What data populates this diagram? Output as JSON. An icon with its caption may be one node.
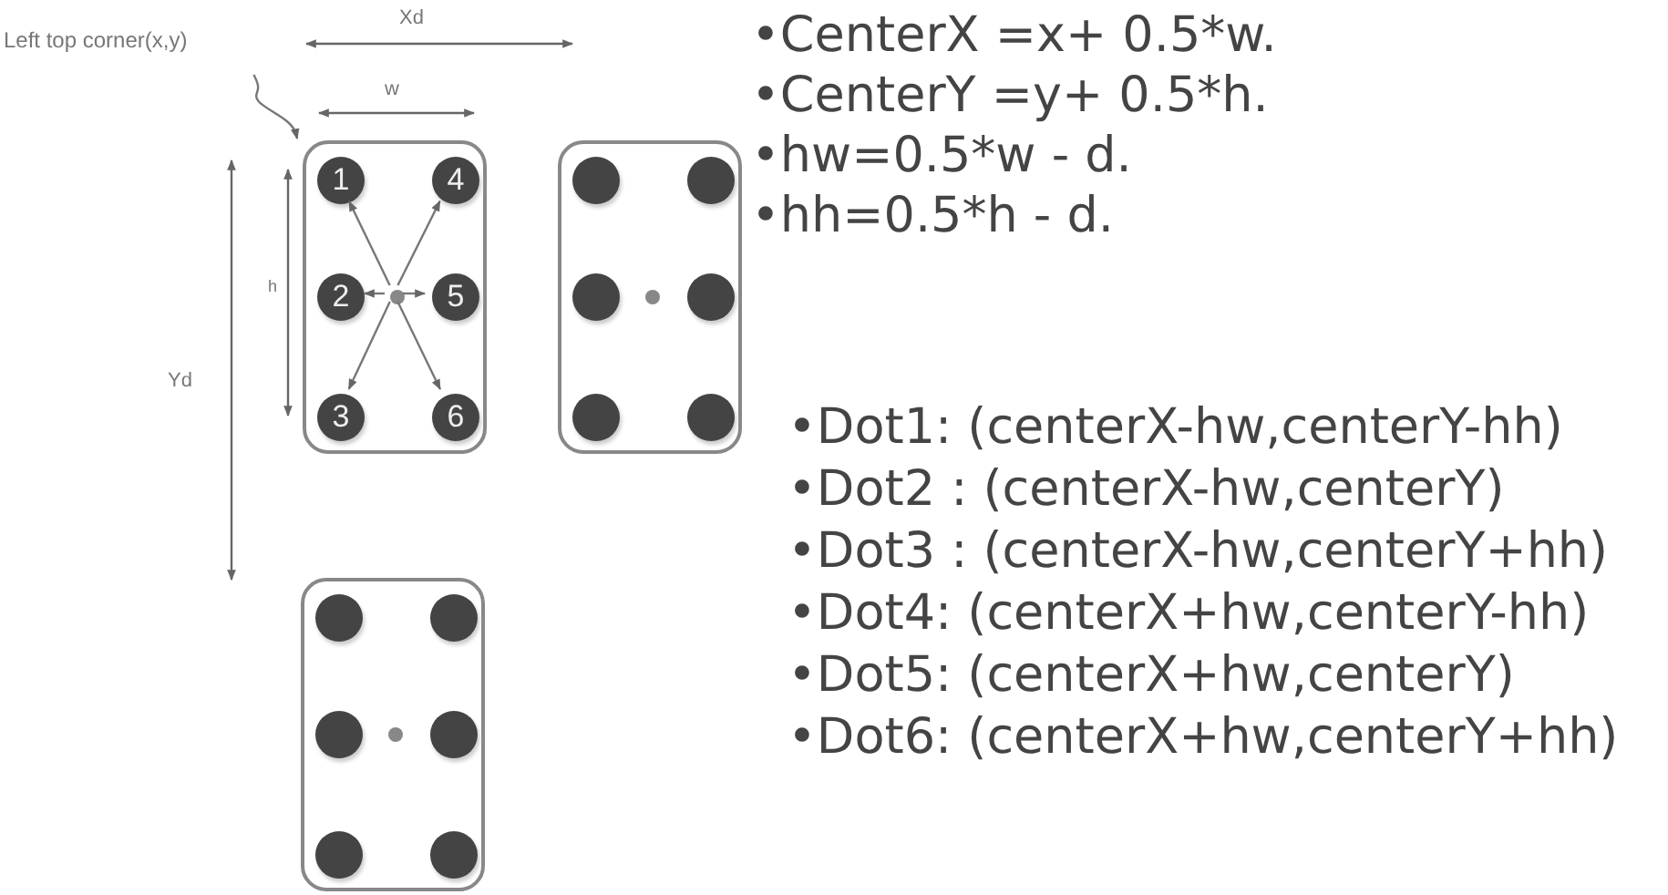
{
  "diagram": {
    "nodes": [
      {
        "text": [
          "Left top corner(x,y)"
        ]
      },
      {
        "text": [],
        "shape": "box"
      },
      {
        "text": [
          "1"
        ],
        "in": 1
      },
      {
        "text": [
          "2"
        ],
        "in": 1
      },
      {
        "text": [
          "3"
        ],
        "in": 1
      },
      {
        "text": [
          "4"
        ],
        "in": 1
      },
      {
        "text": [
          "5"
        ],
        "in": 1
      },
      {
        "text": [
          "6"
        ],
        "in": 1
      },
      {
        "text": [],
        "shape": "circle",
        "in": 1
      },
      {
        "text": [],
        "shape": "box"
      },
      {
        "text": [],
        "shape": "circle",
        "in": 9
      },
      {
        "text": [],
        "shape": "circle",
        "in": 9
      },
      {
        "text": [],
        "shape": "circle",
        "in": 9
      },
      {
        "text": [],
        "shape": "circle",
        "in": 9
      },
      {
        "text": [],
        "shape": "circle",
        "in": 9
      },
      {
        "text": [],
        "shape": "circle",
        "in": 9
      },
      {
        "text": [],
        "shape": "circle",
        "in": 9
      },
      {
        "text": [],
        "shape": "box"
      },
      {
        "text": [],
        "shape": "circle",
        "in": 17
      },
      {
        "text": [],
        "shape": "circle",
        "in": 17
      },
      {
        "text": [],
        "shape": "circle",
        "in": 17
      },
      {
        "text": [],
        "shape": "circle",
        "in": 17
      },
      {
        "text": [],
        "shape": "circle",
        "in": 17
      },
      {
        "text": [],
        "shape": "circle",
        "in": 17
      },
      {
        "text": [],
        "shape": "circle",
        "in": 17
      }
    ],
    "edges": [
      {
        "from": 0,
        "to": 1,
        "arrow": "to"
      },
      {
        "from": 8,
        "to": 2,
        "arrow": "to"
      },
      {
        "from": 8,
        "to": 3,
        "arrow": "to"
      },
      {
        "from": 8,
        "to": 4,
        "arrow": "to"
      },
      {
        "from": 8,
        "to": 5,
        "arrow": "to"
      },
      {
        "from": 8,
        "to": 6,
        "arrow": "to"
      },
      {
        "from": 8,
        "to": 7,
        "arrow": "to"
      }
    ],
    "labels": [
      "Xd",
      "w",
      "h",
      "Yd",
      "•CenterX =x+ 0.5*w.",
      "•CenterY =y+ 0.5*h.",
      "•hw=0.5*w - d.",
      "•hh=0.5*h - d.",
      "•Dot1:  (centerX-hw,centerY-hh)",
      "•Dot2 : (centerX-hw,centerY)",
      "•Dot3 : (centerX-hw,centerY+hh)",
      "•Dot4: (centerX+hw,centerY-hh)",
      "•Dot5: (centerX+hw,centerY)",
      "•Dot6: (centerX+hw,centerY+hh)"
    ]
  }
}
